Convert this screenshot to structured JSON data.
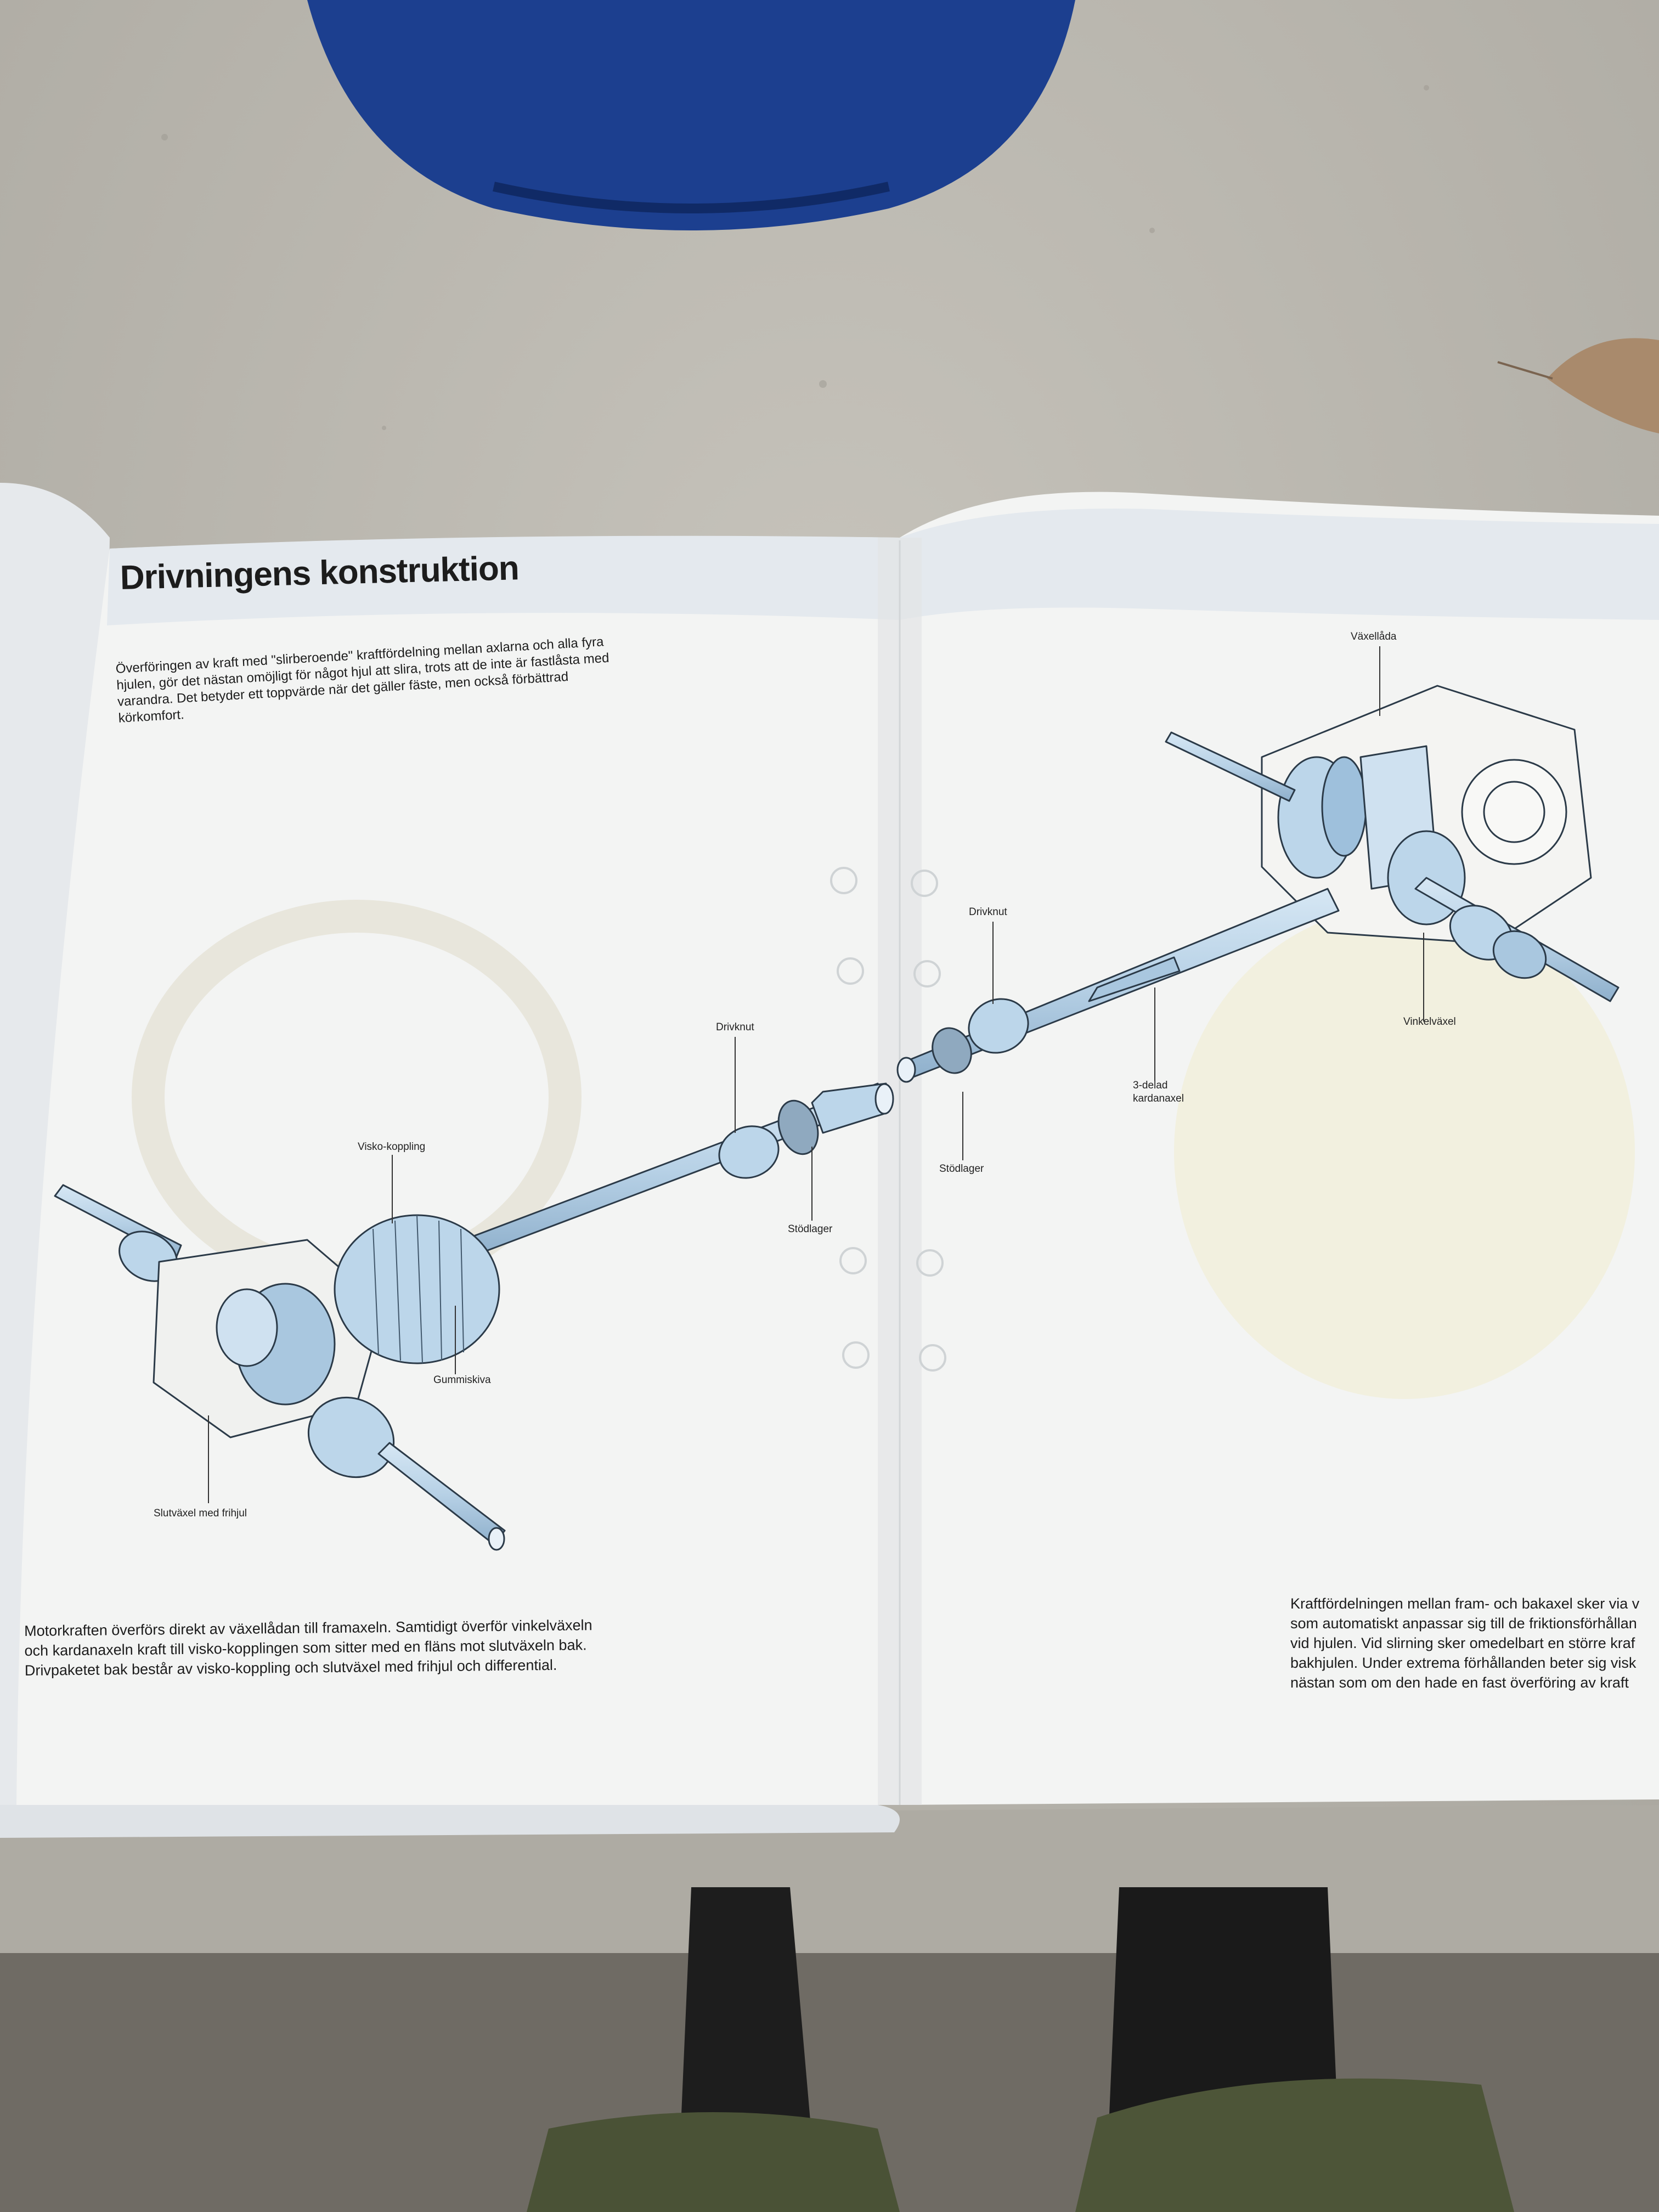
{
  "page": {
    "title": "Drivningens konstruktion",
    "intro": "Överföringen av kraft med \"slirberoende\" kraftfördelning mellan axlarna och alla fyra hjulen, gör det nästan omöjligt för något hjul att slira, trots att de inte är fastlåsta med varandra. Det betyder ett toppvärde när det gäller fäste, men också förbättrad körkomfort.",
    "caption_left": "Motorkraften överförs direkt av växellådan till framaxeln. Samtidigt överför vinkelväxeln och kardanaxeln kraft till visko-kopplingen som sitter med en fläns mot slutväxeln bak. Drivpaketet bak består av visko-koppling och slutväxel med frihjul och differential.",
    "caption_right_lines": [
      "Kraftfördelningen mellan fram- och bakaxel sker via v",
      "som automatiskt anpassar sig till de friktionsförhållan",
      "vid hjulen. Vid slirning sker omedelbart en större kraf",
      "bakhjulen. Under extrema förhållanden beter sig visk",
      "nästan som om den hade en fast överföring av kraft"
    ]
  },
  "labels": {
    "vaxellada": "Växellåda",
    "drivknut_upper": "Drivknut",
    "vinkelvaxel": "Vinkelväxel",
    "kardanaxel_line1": "3-delad",
    "kardanaxel_line2": "kardanaxel",
    "drivknut_lower": "Drivknut",
    "stodlager_right": "Stödlager",
    "stodlager_left": "Stödlager",
    "visko_koppling": "Visko-koppling",
    "gummiskiva": "Gummiskiva",
    "slutvaxel": "Slutväxel med frihjul"
  },
  "colors": {
    "floor": "#b9b6ae",
    "paper": "#f3f4f3",
    "part_blue": "#bcd6ea",
    "outline": "#2b3a48",
    "bucket_blue": "#1c3f8f"
  }
}
